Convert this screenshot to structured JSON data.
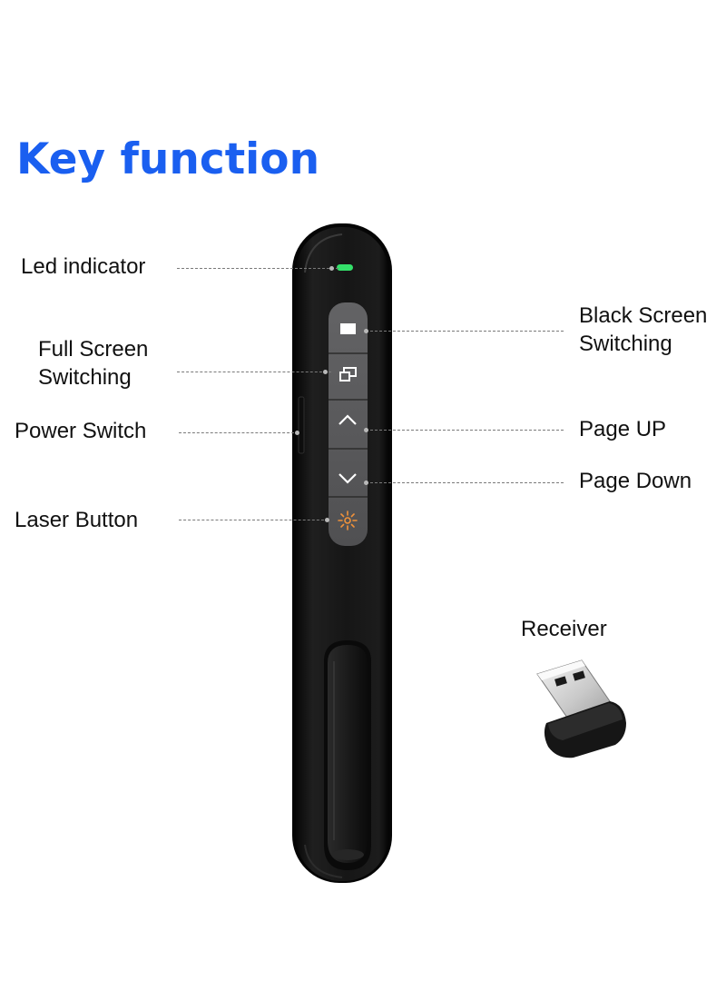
{
  "title": "Key function",
  "colors": {
    "title": "#1a5ff0",
    "led": "#34e06a",
    "laser_icon": "#f0923a",
    "body": "#141414",
    "button": "#5a5a5c"
  },
  "labels": {
    "led": "Led indicator",
    "full_screen": [
      "Full Screen",
      "Switching"
    ],
    "power": "Power Switch",
    "laser": "Laser Button",
    "black_screen": [
      "Black Screen",
      "Switching"
    ],
    "page_up": "Page UP",
    "page_down": "Page Down",
    "receiver": "Receiver"
  },
  "icons": {
    "black_screen": "black-screen-icon",
    "full_screen": "full-screen-icon",
    "page_up": "chevron-up-icon",
    "page_down": "chevron-down-icon",
    "laser": "laser-icon"
  }
}
